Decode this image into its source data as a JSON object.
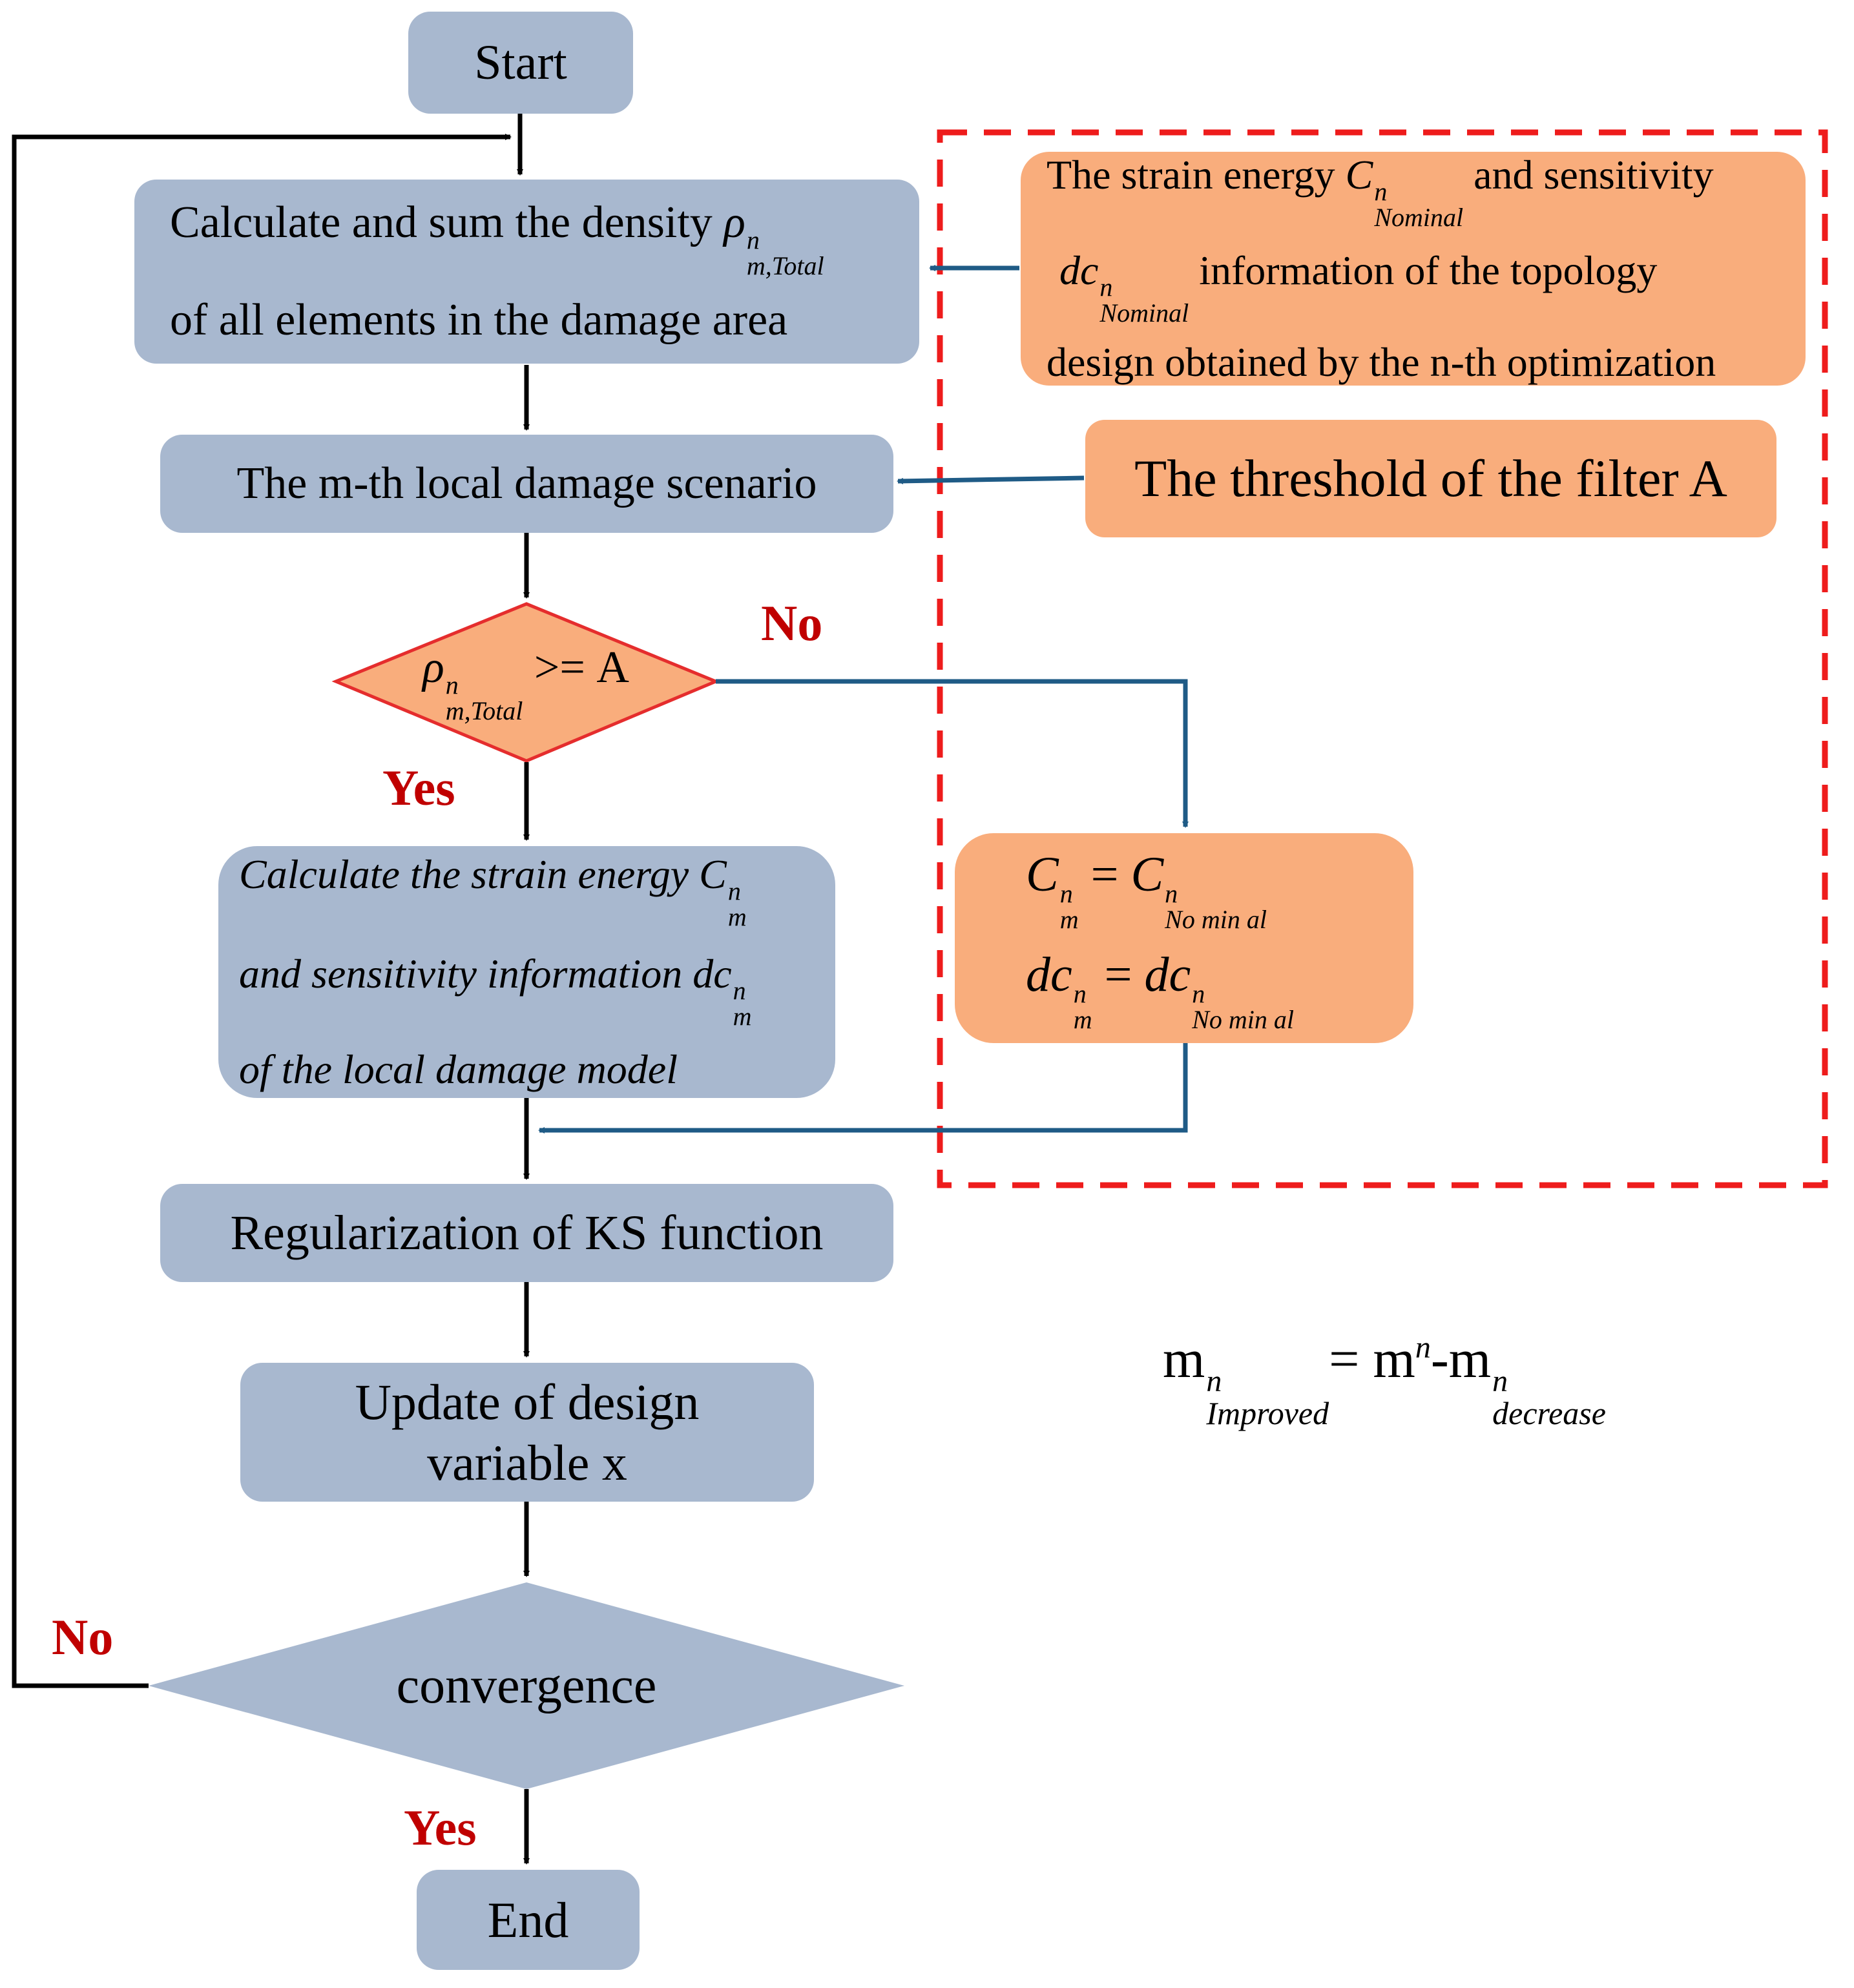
{
  "nodes": {
    "start": "Start",
    "calc_density_line1": "Calculate and sum the density",
    "calc_density_sym": "ρ",
    "calc_density_sup": "n",
    "calc_density_sub": "m,Total",
    "calc_density_line2": "of all elements in the damage area",
    "scenario": "The m-th local damage scenario",
    "decision1_sym": "ρ",
    "decision1_sup": "n",
    "decision1_sub": "m,Total",
    "decision1_rest": ">= A",
    "calc_strain_line1": "Calculate the strain energy",
    "calc_strain_sym1": "C",
    "calc_strain_line2": "and sensitivity information",
    "calc_strain_sym2": "dc",
    "calc_strain_sup": "n",
    "calc_strain_sub": "m",
    "calc_strain_line3": "of the local damage model",
    "ks": "Regularization of KS function",
    "update_line1": "Update of design",
    "update_line2": "variable x",
    "convergence": "convergence",
    "end": "End"
  },
  "side": {
    "info_line1_a": "The strain energy",
    "info_sym1": "C",
    "info_sup": "n",
    "info_sub": "Nominal",
    "info_line1_b": "and sensitivity",
    "info_sym2": "dc",
    "info_line2_b": "information of the topology",
    "info_line3": "design obtained by the n-th optimization",
    "threshold": "The threshold of the filter A",
    "assign_C": "C",
    "assign_dc": "dc",
    "assign_sup": "n",
    "assign_sub_m": "m",
    "assign_eq": "=",
    "assign_sub_nominal": "No min al"
  },
  "labels": {
    "no_decision1": "No",
    "yes_decision1": "Yes",
    "no_convergence": "No",
    "yes_convergence": "Yes"
  },
  "formula": {
    "m": "m",
    "sup": "n",
    "sub_improved": "Improved",
    "eq": "= m",
    "minus": "-m",
    "sub_decrease": "decrease"
  },
  "colors": {
    "process_box": "#a8b8cf",
    "side_box": "#f9ad7c",
    "decision_fill": "#f9ad7c",
    "decision_stroke": "#e52d2d",
    "dashed_frame": "#ee1c1c",
    "blue_arrow": "#1f5b86",
    "label_red": "#c00000"
  }
}
